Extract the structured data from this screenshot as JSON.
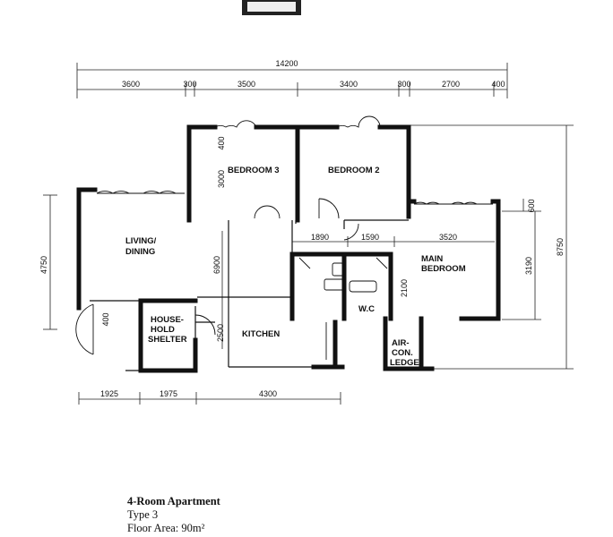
{
  "dimensions": {
    "overall_width": "14200",
    "top_segments": [
      "3600",
      "300",
      "3500",
      "3400",
      "300",
      "2700",
      "400"
    ],
    "bottom_segments": [
      "1925",
      "1975",
      "4300"
    ],
    "left_height": "4750",
    "right_height": "8750",
    "right_inner": "3190",
    "right_small": "600",
    "bedroom3_depth": "3000",
    "bedroom3_top": "400",
    "living_depth": "6900",
    "shelter_small": "400",
    "shelter_side": "2500",
    "bath_width_1": "1890",
    "bath_width_2": "1590",
    "main_bedroom_width": "3520",
    "bath_height": "2100"
  },
  "rooms": {
    "bedroom3": "BEDROOM 3",
    "bedroom2": "BEDROOM 2",
    "living": [
      "LIVING/",
      "DINING"
    ],
    "main_bedroom": [
      "MAIN",
      "BEDROOM"
    ],
    "household_shelter": [
      "HOUSE-",
      "HOLD",
      "SHELTER"
    ],
    "kitchen": "KITCHEN",
    "wc": "W.C",
    "aircon": [
      "AIR-",
      "CON.",
      "LEDGE"
    ]
  },
  "caption": {
    "title": "4-Room Apartment",
    "type": "Type 3",
    "area": "Floor Area: 90m²"
  }
}
